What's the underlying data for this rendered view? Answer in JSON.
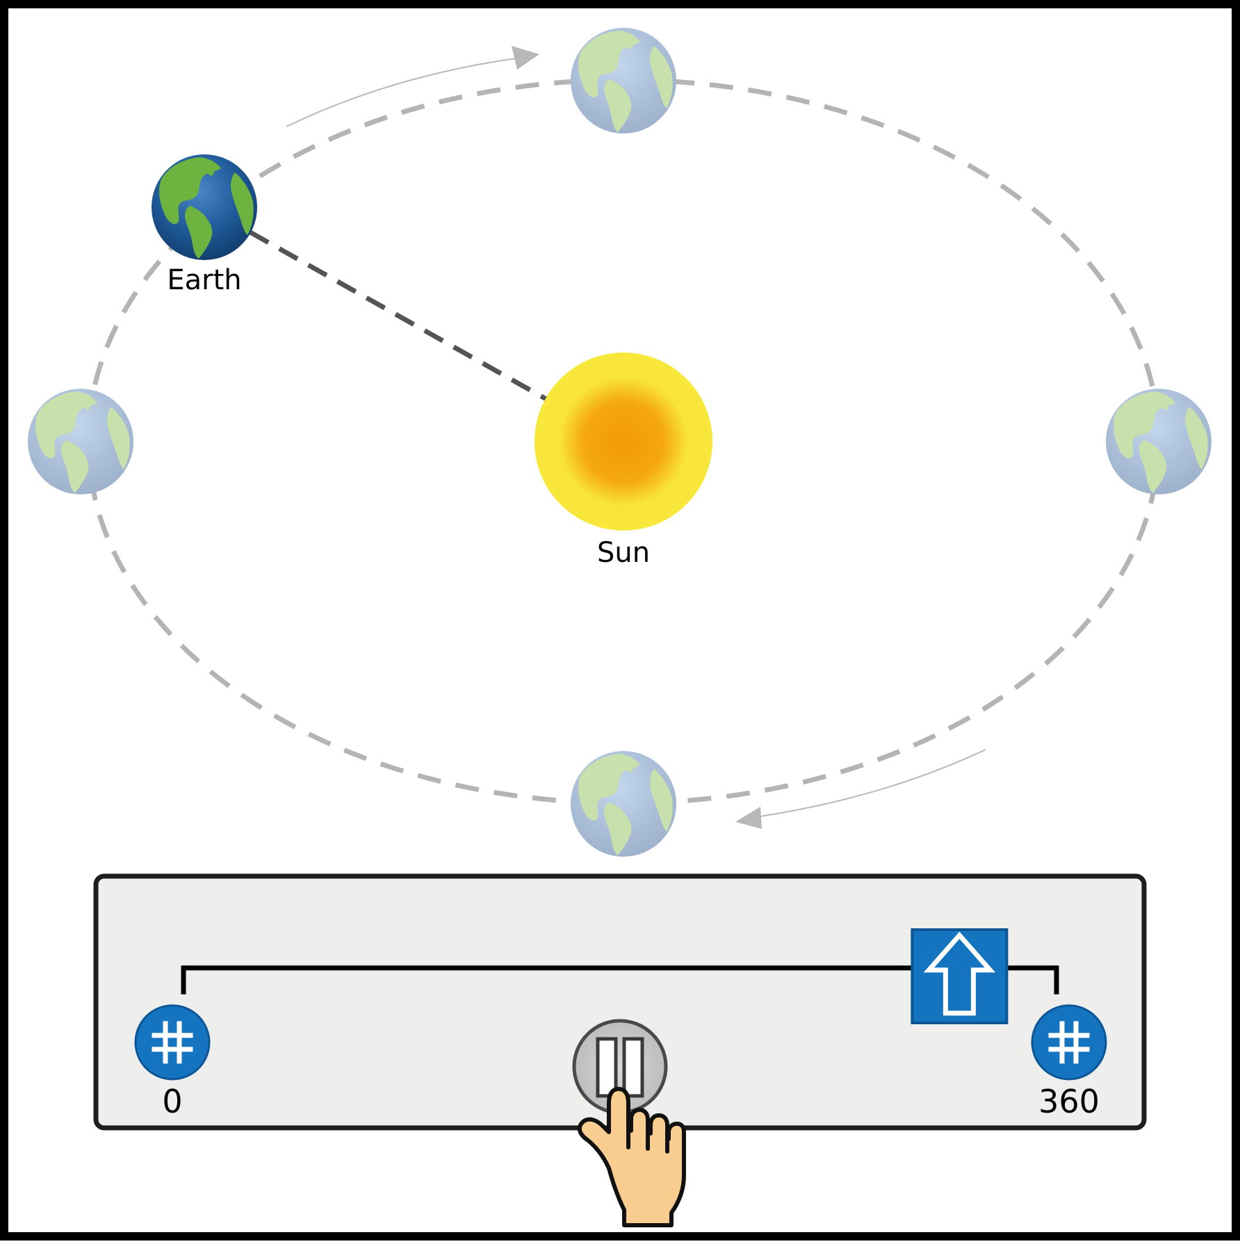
{
  "labels": {
    "earth": "Earth",
    "sun": "Sun"
  },
  "slider": {
    "min_label": "0",
    "max_label": "360",
    "value_degrees": 320,
    "min": 0,
    "max": 360
  },
  "icons": {
    "min_endpoint": "hash-icon",
    "max_endpoint": "hash-icon",
    "thumb": "up-arrow-icon",
    "play_pause": "pause-icon",
    "cursor": "pointing-hand-icon"
  },
  "colors": {
    "orbit": "#b4b4b4",
    "sun_line": "#545454",
    "sun_core": "#f29c0a",
    "sun_rim": "#f8e63a",
    "panel_bg": "#eeeeec",
    "accent_blue": "#1474c0",
    "hand": "#f9cc90",
    "button_gray": "#c8c8c8"
  }
}
